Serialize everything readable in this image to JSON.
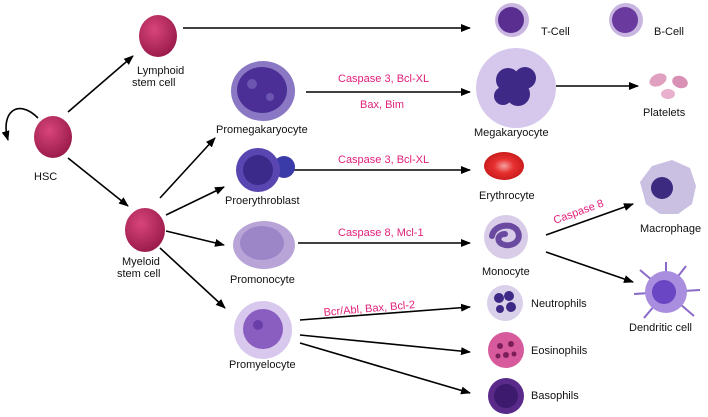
{
  "cells": {
    "hsc": "HSC",
    "lymphoid_line1": "Lymphoid",
    "lymphoid_line2": "stem cell",
    "myeloid_line1": "Myeloid",
    "myeloid_line2": "stem cell",
    "t_cell": "T-Cell",
    "b_cell": "B-Cell",
    "promegakaryocyte": "Promegakaryocyte",
    "megakaryocyte": "Megakaryocyte",
    "platelets": "Platelets",
    "proerythroblast": "Proerythroblast",
    "erythrocyte": "Erythrocyte",
    "promonocyte": "Promonocyte",
    "monocyte": "Monocyte",
    "macrophage": "Macrophage",
    "dendritic": "Dendritic cell",
    "promyelocyte": "Promyelocyte",
    "neutrophils": "Neutrophils",
    "eosinophils": "Eosinophils",
    "basophils": "Basophils"
  },
  "regulators": {
    "mega_top": "Caspase 3, Bcl-XL",
    "mega_bottom": "Bax, Bim",
    "ery": "Caspase 3, Bcl-XL",
    "mono": "Caspase 8, Mcl-1",
    "macro": "Caspase 8",
    "gran": "Bcr/Abl, Bax, Bcl-2"
  },
  "colors": {
    "stem_cell": "#b8245c",
    "regulator_text": "#e0207a",
    "erythrocyte": "#e02020",
    "nucleus": "#4a2a8a",
    "cytoplasm": "#b9a6d8"
  }
}
